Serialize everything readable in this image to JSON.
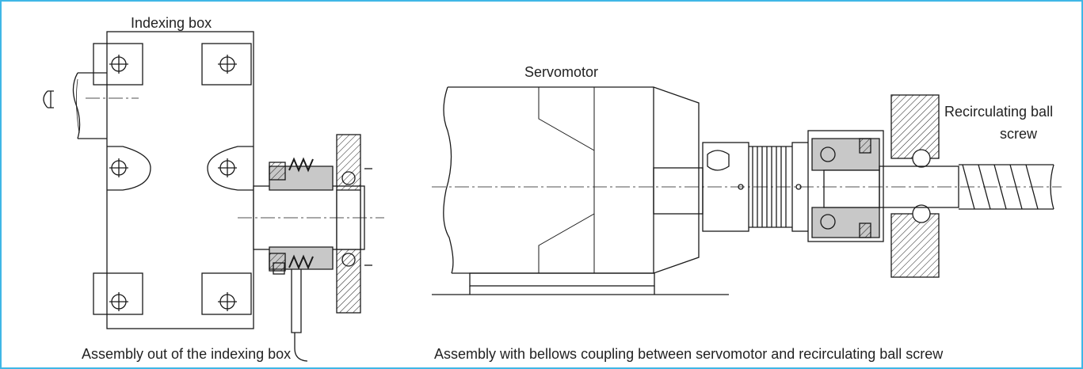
{
  "labels": {
    "indexing_box": "Indexing box",
    "servomotor": "Servomotor",
    "ball_screw_line1": "Recirculating ball",
    "ball_screw_line2": "screw"
  },
  "captions": {
    "left": "Assembly out of the indexing box",
    "right": "Assembly with bellows coupling between servomotor and recirculating ball screw"
  },
  "colors": {
    "frame": "#3fb7e6",
    "line": "#1a1a1a",
    "shade": "#c8c8c8"
  }
}
